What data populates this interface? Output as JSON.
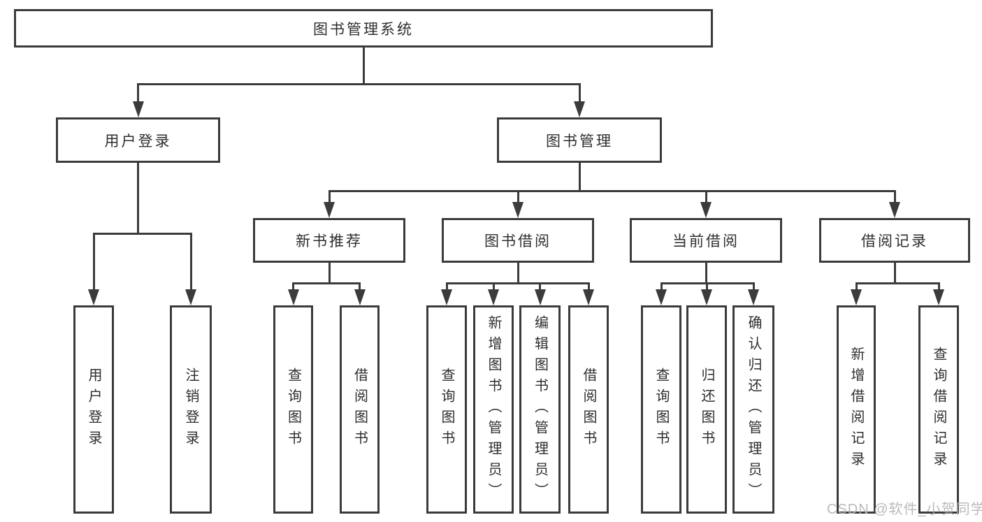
{
  "diagram": {
    "title": "图书管理系统",
    "nodes": [
      {
        "id": "root",
        "label": "图书管理系统"
      },
      {
        "id": "user-login",
        "label": "用户登录"
      },
      {
        "id": "book-mgmt",
        "label": "图书管理"
      },
      {
        "id": "new-book-rec",
        "label": "新书推荐"
      },
      {
        "id": "book-borrow",
        "label": "图书借阅"
      },
      {
        "id": "current-borrow",
        "label": "当前借阅"
      },
      {
        "id": "borrow-records",
        "label": "借阅记录"
      },
      {
        "id": "leaf-user-login",
        "label": "用户登录"
      },
      {
        "id": "leaf-logout",
        "label": "注销登录"
      },
      {
        "id": "leaf-query-book-1",
        "label": "查询图书"
      },
      {
        "id": "leaf-borrow-book-1",
        "label": "借阅图书"
      },
      {
        "id": "leaf-query-book-2",
        "label": "查询图书"
      },
      {
        "id": "leaf-add-book",
        "label": "新增图书（管理员）"
      },
      {
        "id": "leaf-edit-book",
        "label": "编辑图书（管理员）"
      },
      {
        "id": "leaf-borrow-book-2",
        "label": "借阅图书"
      },
      {
        "id": "leaf-query-book-3",
        "label": "查询图书"
      },
      {
        "id": "leaf-return-book",
        "label": "归还图书"
      },
      {
        "id": "leaf-confirm-return",
        "label": "确认归还（管理员）"
      },
      {
        "id": "leaf-add-record",
        "label": "新增借阅记录"
      },
      {
        "id": "leaf-query-record",
        "label": "查询借阅记录"
      }
    ],
    "edges": [
      {
        "from": "root",
        "to": [
          "user-login",
          "book-mgmt"
        ]
      },
      {
        "from": "user-login",
        "to": [
          "leaf-user-login",
          "leaf-logout"
        ]
      },
      {
        "from": "book-mgmt",
        "to": [
          "new-book-rec",
          "book-borrow",
          "current-borrow",
          "borrow-records"
        ]
      },
      {
        "from": "new-book-rec",
        "to": [
          "leaf-query-book-1",
          "leaf-borrow-book-1"
        ]
      },
      {
        "from": "book-borrow",
        "to": [
          "leaf-query-book-2",
          "leaf-add-book",
          "leaf-edit-book",
          "leaf-borrow-book-2"
        ]
      },
      {
        "from": "current-borrow",
        "to": [
          "leaf-query-book-3",
          "leaf-return-book",
          "leaf-confirm-return"
        ]
      },
      {
        "from": "borrow-records",
        "to": [
          "leaf-add-record",
          "leaf-query-record"
        ]
      }
    ]
  },
  "watermark": {
    "text": "CSDN @软件_小贺同学"
  },
  "colors": {
    "line": "#3b3b3b",
    "text": "#2e2e2e",
    "background": "#ffffff",
    "watermark": "#b3b3b3"
  }
}
